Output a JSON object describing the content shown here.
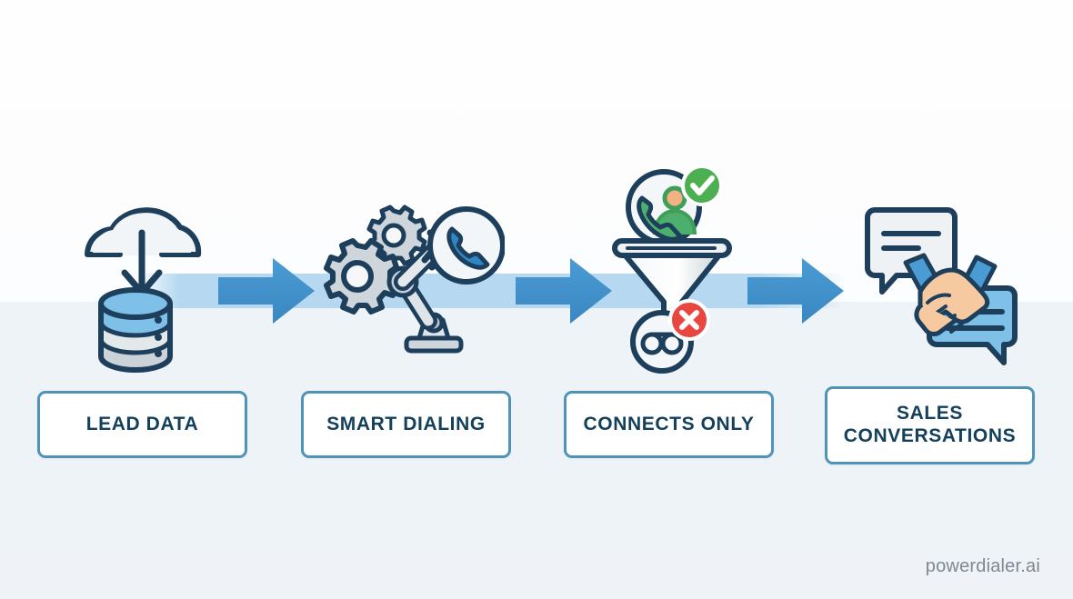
{
  "watermark": "powerdialer.ai",
  "colors": {
    "background_top": "#fdfdfe",
    "background_bottom": "#eef3f7",
    "band_blue": "#b2d7f0",
    "arrow_blue": "#3f90cb",
    "box_border": "#4f93b8",
    "box_fill": "#ffffff",
    "label_text": "#14405c",
    "outline_navy": "#1d3f5c",
    "icon_gray": "#d7dde1",
    "icon_blue": "#7ec0e8",
    "accent_green": "#4caf50",
    "accent_red": "#e8463f",
    "skin_tone": "#f7c9a0",
    "watermark_text": "#7d8894"
  },
  "flow": {
    "steps": [
      {
        "id": "lead-data",
        "label": "LEAD DATA",
        "icon": "cloud-database-icon",
        "icon_description": "cloud with download arrow into database cylinder"
      },
      {
        "id": "smart-dialing",
        "label": "SMART DIALING",
        "icon": "robot-arm-phone-gears-icon",
        "icon_description": "robotic arm holding phone handset circle with two gears"
      },
      {
        "id": "connects-only",
        "label": "CONNECTS ONLY",
        "icon": "funnel-filter-icon",
        "icon_description": "funnel filtering connected person with green check, voicemail rejected with red x"
      },
      {
        "id": "sales-conversations",
        "label": "SALES\nCONVERSATIONS",
        "icon": "handshake-speech-bubbles-icon",
        "icon_description": "handshake between two speech bubbles"
      }
    ],
    "arrows": [
      {
        "id": "arrow-1",
        "from": "lead-data",
        "to": "smart-dialing"
      },
      {
        "id": "arrow-2",
        "from": "smart-dialing",
        "to": "connects-only"
      },
      {
        "id": "arrow-3",
        "from": "connects-only",
        "to": "sales-conversations"
      }
    ]
  }
}
